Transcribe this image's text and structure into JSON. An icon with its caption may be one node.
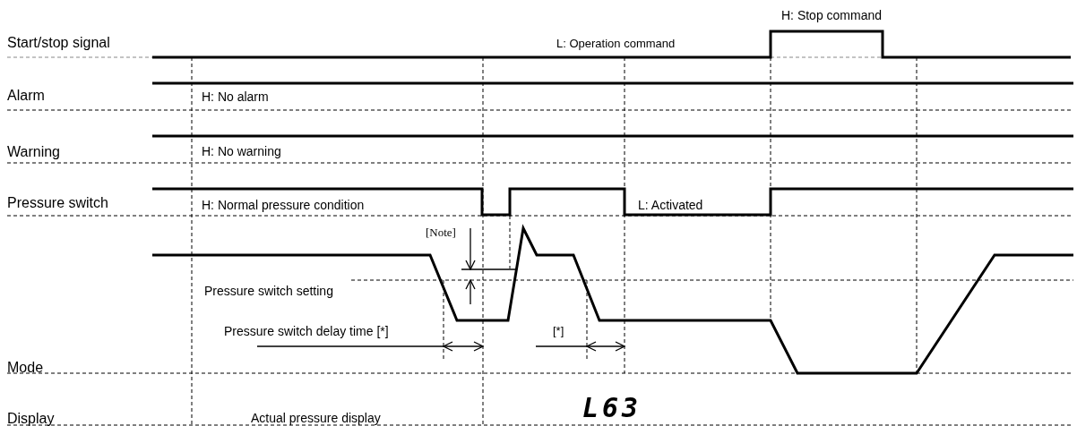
{
  "diagram": {
    "labels": [
      "H: Stop command",
      "Start/stop signal",
      "L: Operation command",
      "Alarm",
      "H: No alarm",
      "Warning",
      "H: No warning",
      "Pressure switch",
      "H: Normal pressure condition",
      "L: Activated",
      "[Note]",
      "Pressure switch setting",
      "Pressure switch delay time [*]",
      "[*]",
      "Mode",
      "Display",
      "Actual pressure display",
      "L63"
    ]
  }
}
